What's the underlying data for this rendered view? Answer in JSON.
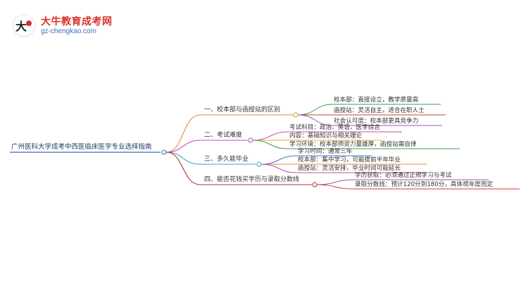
{
  "logo": {
    "title": "大牛教育成考网",
    "url": "gz-chengkao.com"
  },
  "mindmap": {
    "root": "广州医科大学成考中西医临床医学专业选择指南",
    "branches": [
      {
        "label": "一、校本部与函授站的区别",
        "color": "#e88a3c",
        "children": [
          {
            "label": "校本部：直接设立，教学质量高",
            "color": "#3f9f4a"
          },
          {
            "label": "函授站：灵活自主，适合在职人士",
            "color": "#d63a3a"
          },
          {
            "label": "社会认可度：校本部更具竞争力",
            "color": "#8a58c4"
          }
        ]
      },
      {
        "label": "二、考试难度",
        "color": "#c94aa8",
        "children": [
          {
            "label": "考试科目：政治、英语、医学综合",
            "color": "#d24a9a"
          },
          {
            "label": "内容：基础知识与相关理论",
            "color": "#e6b52a"
          },
          {
            "label": "学习环境：校本部师资力量雄厚，函授站需自律",
            "color": "#3f9f4a"
          }
        ]
      },
      {
        "label": "三、多久能毕业",
        "color": "#2eb0c9",
        "children": [
          {
            "label": "学习时间：通常三年",
            "color": "#3a7cc6"
          },
          {
            "label": "校本部：集中学习，可能提前半年毕业",
            "color": "#e88a3c"
          },
          {
            "label": "函授站：灵活安排，毕业时间可能延长",
            "color": "#c94aa8"
          }
        ]
      },
      {
        "label": "四、能否花钱买学历与录取分数线",
        "color": "#b0303a",
        "children": [
          {
            "label": "学历获取：必须通过正规学习与考试",
            "color": "#8a58c4"
          },
          {
            "label": "录取分数线：预计120分到180分，具体视年度而定",
            "color": "#d63a3a"
          }
        ]
      }
    ]
  }
}
